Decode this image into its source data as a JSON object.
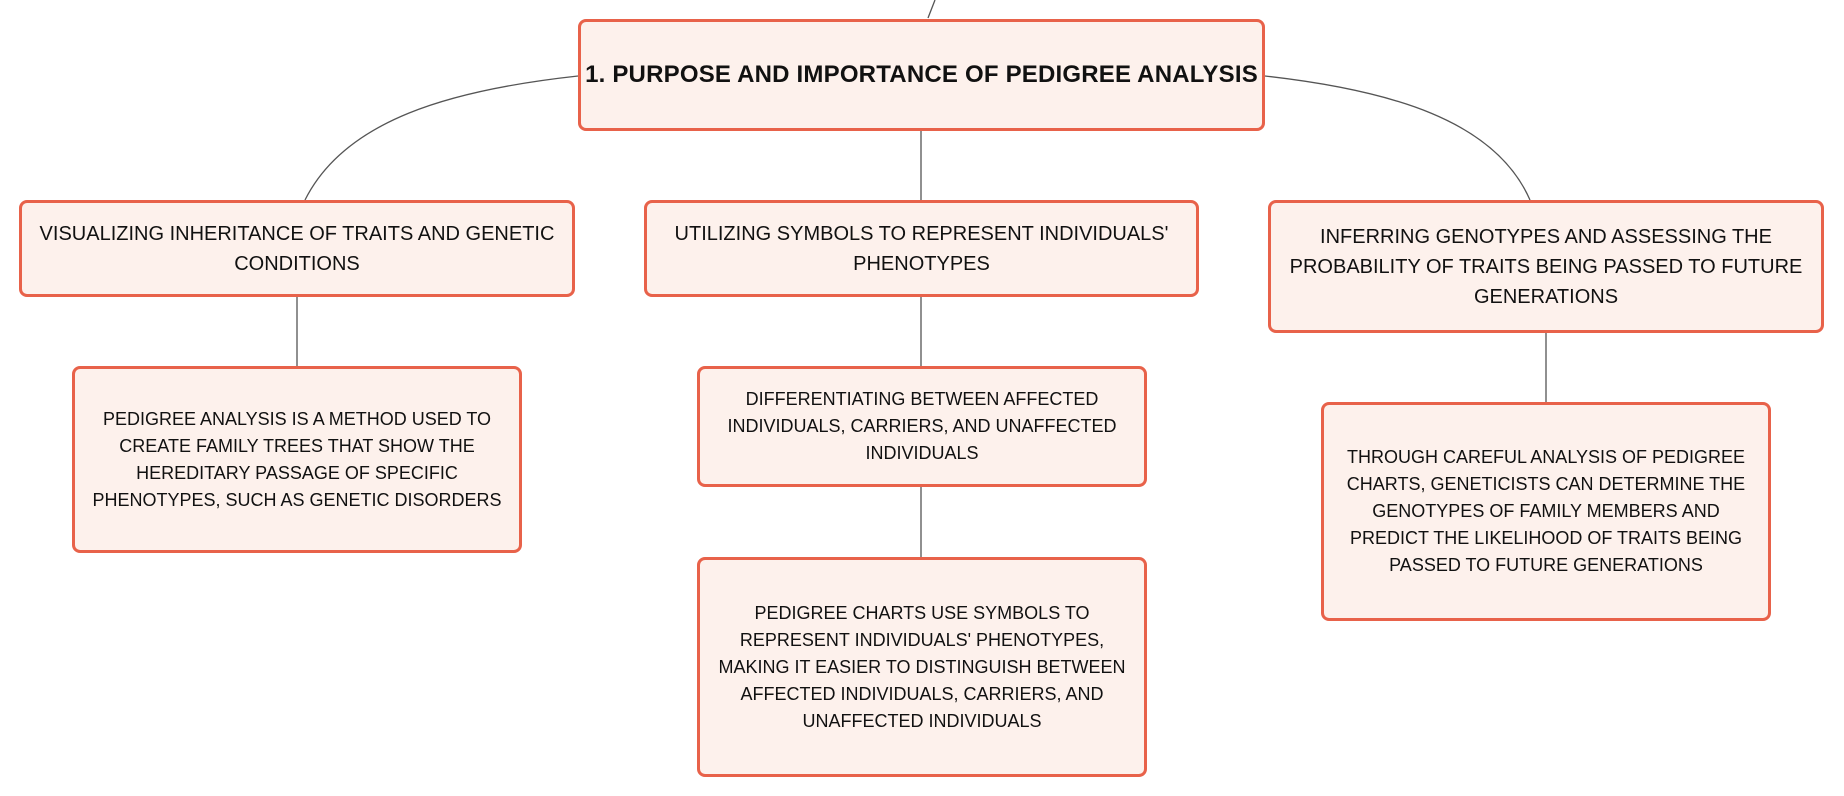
{
  "colors": {
    "node_fill": "#fdf1ec",
    "node_border": "#e8624a",
    "connector": "#555555"
  },
  "root": {
    "text": "1. Purpose and importance of pedigree analysis"
  },
  "branches": [
    {
      "text": "Visualizing inheritance of traits and genetic conditions",
      "children": [
        "Pedigree analysis is a method used to create family trees that show the hereditary passage of specific phenotypes, such as genetic disorders"
      ]
    },
    {
      "text": "Utilizing symbols to represent individuals' phenotypes",
      "children": [
        "Differentiating between affected individuals, carriers, and unaffected individuals",
        "Pedigree charts use symbols to represent individuals' phenotypes, making it easier to distinguish between affected individuals, carriers, and unaffected individuals"
      ]
    },
    {
      "text": "Inferring genotypes and assessing the probability of traits being passed to future generations",
      "children": [
        "Through careful analysis of pedigree charts, geneticists can determine the genotypes of family members and predict the likelihood of traits being passed to future generations"
      ]
    }
  ]
}
